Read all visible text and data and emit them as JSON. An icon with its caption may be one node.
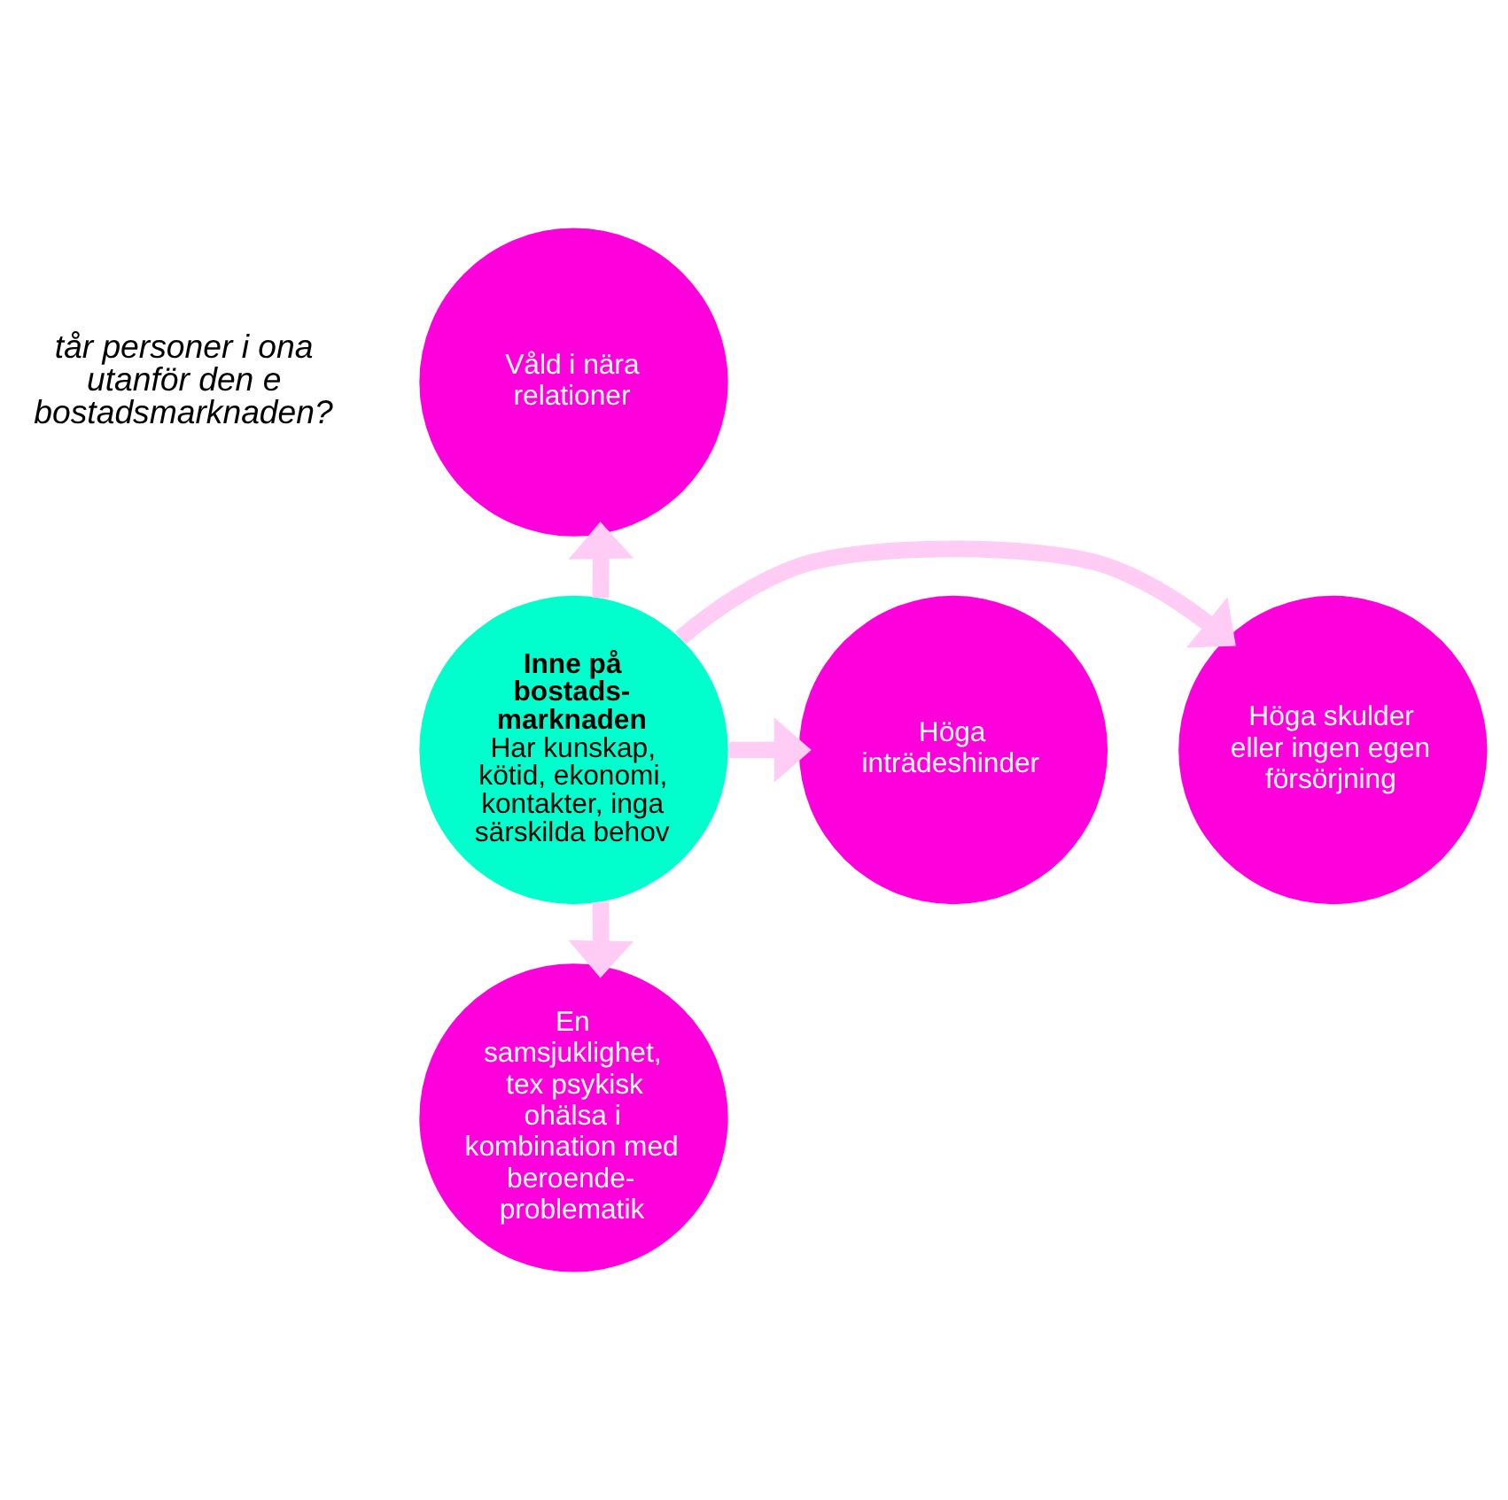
{
  "diagram": {
    "nodes": [
      {
        "text": [
          "Våld i nära relationer"
        ]
      },
      {
        "text": [
          "Höga inträdeshinder"
        ]
      },
      {
        "text": [
          "Inne på bostads- marknaden",
          "Har kunskap, kötid, ekonomi, kontakter, inga särskilda behov"
        ]
      },
      {
        "text": [
          "Höga skulder eller ingen egen försörjning"
        ]
      },
      {
        "text": [
          "En samsjuklighet, tex psykisk ohälsa i kombination med beroende- problematik"
        ]
      }
    ],
    "edges": [
      {
        "from": 2,
        "to": 0,
        "arrow": "to"
      },
      {
        "from": 2,
        "to": 1,
        "arrow": "to"
      },
      {
        "from": 2,
        "to": 3,
        "arrow": "to"
      },
      {
        "from": 2,
        "to": 4,
        "arrow": "to"
      }
    ],
    "labels": [
      "tår personer i ona utanför den e bostadsmarknaden?"
    ]
  }
}
